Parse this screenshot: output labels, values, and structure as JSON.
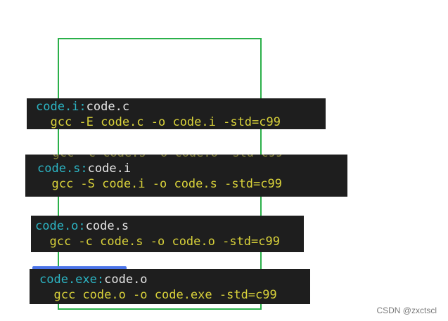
{
  "snippets": [
    {
      "target": "code.i:",
      "dependency": "code.c",
      "command": "  gcc -E code.c -o code.i -std=c99"
    },
    {
      "target": "code.s:",
      "dependency": "code.i",
      "command": "  gcc -S code.i -o code.s -std=c99"
    },
    {
      "target": "code.o:",
      "dependency": "code.s",
      "command": "  gcc -c code.s -o code.o -std=c99"
    },
    {
      "target": "code.exe:",
      "dependency": "code.o",
      "command": "  gcc code.o -o code.exe -std=c99"
    }
  ],
  "colors": {
    "frame": "#2bb04a",
    "background": "#1e1e1e",
    "target": "#2cb5c4",
    "dependency": "#e6e6e6",
    "command": "#d9d23a",
    "tab_accent": "#4a73e8"
  },
  "watermark": "CSDN @zxctscl"
}
